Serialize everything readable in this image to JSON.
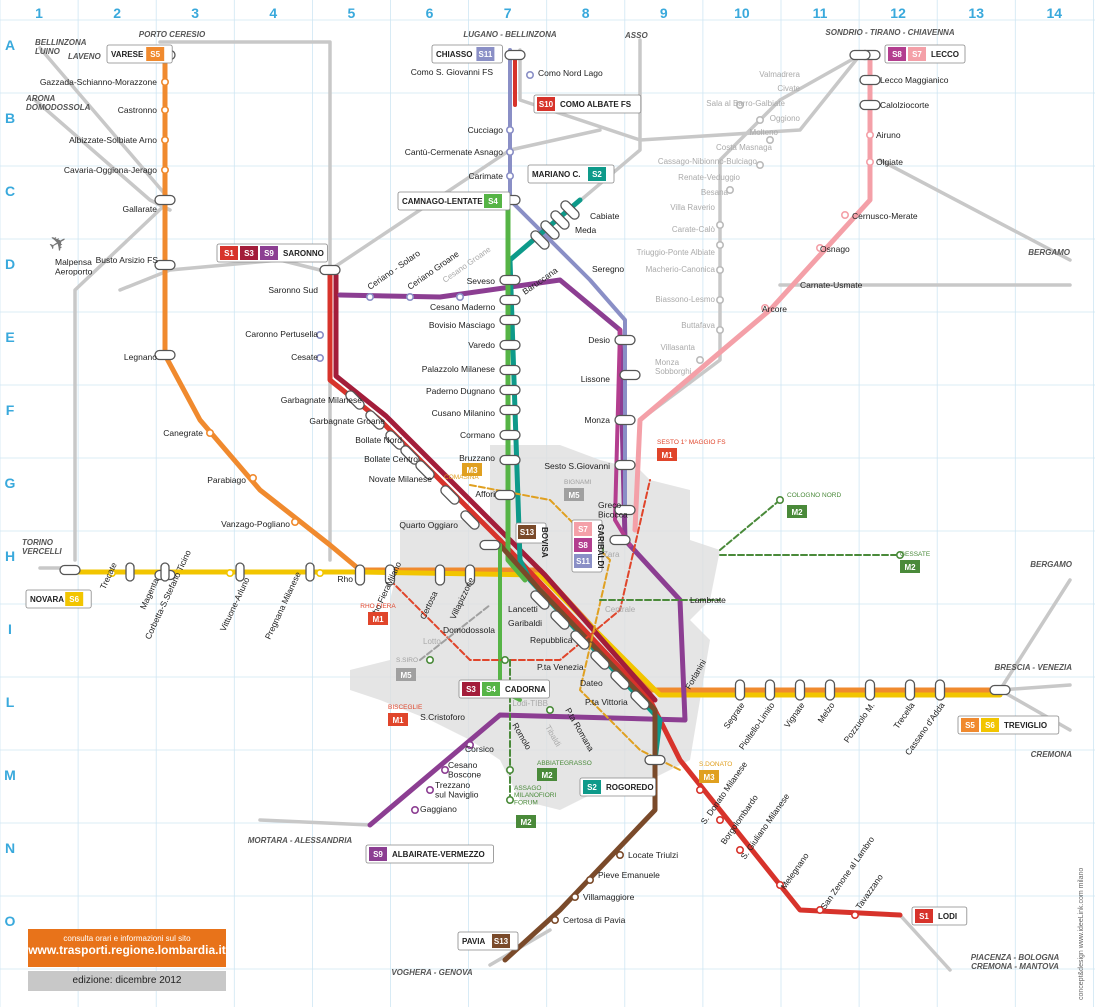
{
  "grid": {
    "columns": [
      "1",
      "2",
      "3",
      "4",
      "5",
      "6",
      "7",
      "8",
      "9",
      "10",
      "11",
      "12",
      "13",
      "14"
    ],
    "rows": [
      "A",
      "B",
      "C",
      "D",
      "E",
      "F",
      "G",
      "H",
      "I",
      "L",
      "M",
      "N",
      "O"
    ]
  },
  "colors": {
    "S1": "#d7332b",
    "S2": "#0e9a8a",
    "S3": "#a31d3a",
    "S4": "#56b446",
    "S5": "#f08a2e",
    "S6": "#f2c500",
    "S7": "#f4a0a8",
    "S8": "#b33e8f",
    "S9": "#8c3e92",
    "S10": "#d7332b",
    "S11": "#8a8fc6",
    "S13": "#7a4a2a",
    "M1": "#e0452b",
    "M2": "#4a8a3a",
    "M3": "#e0a020",
    "M5": "#a0a0a0",
    "grey": "#c8c8c8",
    "grid": "#cfe6f3"
  },
  "directions": {
    "porto_ceresio": "PORTO CERESIO",
    "bellinzona_luino": "BELLINZONA\nLUINO",
    "laveno": "LAVENO",
    "arona": "ARONA\nDOMODOSSOLA",
    "lugano": "LUGANO - BELLINZONA",
    "asso": "ASSO",
    "sondrio": "SONDRIO - TIRANO - CHIAVENNA",
    "bergamo1": "BERGAMO",
    "bergamo2": "BERGAMO",
    "brescia": "BRESCIA - VENEZIA",
    "cremona": "CREMONA",
    "torino": "TORINO\nVERCELLI",
    "mortara": "MORTARA - ALESSANDRIA",
    "voghera": "VOGHERA - GENOVA",
    "piacenza": "PIACENZA - BOLOGNA\nCREMONA - MANTOVA"
  },
  "terminals": {
    "varese": {
      "name": "VARESE",
      "lines": [
        "S5"
      ]
    },
    "chiasso": {
      "name": "CHIASSO",
      "lines": [
        "S11"
      ]
    },
    "como_albate": {
      "name": "COMO ALBATE FS",
      "lines": [
        "S10"
      ]
    },
    "tirano_lecco": {
      "name": "LECCO",
      "lines": [
        "S8",
        "S7"
      ]
    },
    "saronno": {
      "name": "SARONNO",
      "lines": [
        "S1",
        "S3",
        "S9"
      ]
    },
    "mariano": {
      "name": "MARIANO C.",
      "lines": [
        "S2"
      ]
    },
    "camnago": {
      "name": "CAMNAGO-LENTATE",
      "lines": [
        "S4"
      ]
    },
    "novara": {
      "name": "NOVARA",
      "lines": [
        "S6"
      ]
    },
    "bovisa": {
      "name": "BOVISA",
      "lines": [
        "S13"
      ]
    },
    "garibaldi": {
      "name": "GARIBALDI",
      "lines": [
        "S7",
        "S8",
        "S11"
      ]
    },
    "cadorna": {
      "name": "CADORNA",
      "lines": [
        "S3",
        "S4"
      ]
    },
    "rogoredo": {
      "name": "ROGOREDO",
      "lines": [
        "S2"
      ]
    },
    "treviglio": {
      "name": "TREVIGLIO",
      "lines": [
        "S5",
        "S6"
      ]
    },
    "albairate": {
      "name": "ALBAIRATE-VERMEZZO",
      "lines": [
        "S9"
      ]
    },
    "pavia": {
      "name": "PAVIA",
      "lines": [
        "S13"
      ]
    },
    "lodi": {
      "name": "LODI",
      "lines": [
        "S1"
      ]
    }
  },
  "stations": {
    "gazzada": "Gazzada-Schianno-Morazzone",
    "castronno": "Castronno",
    "albizzate": "Albizzate-Solbiate Arno",
    "cavaria": "Cavaria-Oggiona-Jerago",
    "gallarate": "Gallarate",
    "busto": "Busto Arsizio FS",
    "malpensa": "Malpensa\nAeroporto",
    "legnano": "Legnano",
    "canegrate": "Canegrate",
    "parabiago": "Parabiago",
    "vanzago": "Vanzago-Pogliano",
    "trecate": "Trecate",
    "magenta": "Magenta",
    "corbetta": "Corbetta-S.Stefano Ticino",
    "vittuone": "Vittuone-Arluno",
    "pregnana": "Pregnana Milanese",
    "rho": "Rho",
    "rho_fiera": "Rho FieraMilano",
    "certosa": "Certosa",
    "villapizzone": "Villapizzone",
    "saronno_sud": "Saronno Sud",
    "caronno": "Caronno Pertusella",
    "cesate": "Cesate",
    "garbagnate": "Garbagnate Milanese",
    "garbagnate_groane": "Garbagnate Groane",
    "bollate_nord": "Bollate Nord",
    "bollate_centro": "Bollate Centro",
    "novate": "Novate Milanese",
    "quarto": "Quarto Oggiaro",
    "ceriano_solaro": "Ceriano - Solaro",
    "ceriano_groane": "Ceriano Groane",
    "cesano_groane": "Cesano Groane",
    "cesano_maderno": "Cesano Maderno",
    "como_giovanni": "Como S. Giovanni FS",
    "como_nord": "Como Nord Lago",
    "cucciago": "Cucciago",
    "cantu": "Cantù-Cermenate Asnago",
    "carimate": "Carimate",
    "seveso": "Seveso",
    "baruccana": "Baruccana",
    "bovisio": "Bovisio Masciago",
    "varedo": "Varedo",
    "palazzolo": "Palazzolo Milanese",
    "paderno": "Paderno Dugnano",
    "cusano": "Cusano Milanino",
    "cormano": "Cormano",
    "bruzzano": "Bruzzano",
    "affori": "Affori",
    "cabiate": "Cabiate",
    "meda": "Meda",
    "seregno": "Seregno",
    "desio": "Desio",
    "lissone": "Lissone",
    "monza": "Monza",
    "sesto": "Sesto S.Giovanni",
    "greco": "Greco\nBicocca",
    "lambrate": "Lambrate",
    "lancetti": "Lancetti",
    "garibaldi_st": "Garibaldi",
    "repubblica": "Repubblica",
    "venezia": "P.ta Venezia",
    "dateo": "Dateo",
    "vittoria": "P.ta Vittoria",
    "domodossola": "Domodossola",
    "cristoforo": "S.Cristoforo",
    "romolo": "Romolo",
    "romana": "P.ta Romana",
    "forlanini": "Forlanini",
    "corsico": "Corsico",
    "cesano_boscone": "Cesano\nBoscone",
    "trezzano": "Trezzano\nsul Naviglio",
    "gaggiano": "Gaggiano",
    "segrate": "Segrate",
    "pioltello": "Pioltello-Limito",
    "vignate": "Vignate",
    "melzo": "Melzo",
    "pozzuolo": "Pozzuolo M.",
    "trecella": "Trecella",
    "cassano": "Cassano d'Adda",
    "donato": "S. Donato Milanese",
    "borgolombardo": "Borgolombardo",
    "giuliano": "S. Giuliano Milanese",
    "melegnano": "Melegnano",
    "zenone": "San Zenone al Lambro",
    "tavazzano": "Tavazzano",
    "locate": "Locate Triulzi",
    "pieve": "Pieve Emanuele",
    "villamaggiore": "Villamaggiore",
    "certosa_pavia": "Certosa di Pavia",
    "lecco_magg": "Lecco Maggianico",
    "calolzio": "Calolziocorte",
    "airuno": "Airuno",
    "olgiate": "Olgiate",
    "cernusco": "Cernusco-Merate",
    "osnago": "Osnago",
    "carnate": "Carnate-Usmate",
    "arcore": "Arcore"
  },
  "grey_stations": {
    "valmadrera": "Valmadrera",
    "civate": "Civate",
    "sala": "Sala al Barro-Galbiate",
    "oggiono": "Oggiono",
    "molteno": "Molteno",
    "costa": "Costa Masnaga",
    "cassago": "Cassago-Nibionno-Bulciago",
    "renate": "Renate-Veduggio",
    "besana": "Besana",
    "villa_raverio": "Villa Raverio",
    "carate": "Carate-Calò",
    "triuggio": "Triuggio-Ponte Albiate",
    "macherio": "Macherio-Canonica",
    "biassono": "Biassono-Lesmo",
    "buttafava": "Buttafava",
    "villasanta": "Villasanta",
    "monza_sobborghi": "Monza\nSobborghi",
    "tibaldi": "Tibaldi",
    "lodi_tibb": "Lodi-TIBB",
    "zara": "Zara",
    "centrale": "Centrale",
    "lotto": "Lotto"
  },
  "metro": {
    "m1a": {
      "line": "M1",
      "name": "SESTO 1° MAGGIO FS"
    },
    "m1b": {
      "line": "M1",
      "name": "RHO FIERA"
    },
    "m1c": {
      "line": "M1",
      "name": "BISCEGLIE"
    },
    "m2a": {
      "line": "M2",
      "name": "COLOGNO NORD"
    },
    "m2b": {
      "line": "M2",
      "name": "GESSATE"
    },
    "m2c": {
      "line": "M2",
      "name": "ABBIATEGRASSO"
    },
    "m2d": {
      "line": "M2",
      "name": "ASSAGO\nMILANOFIORI\nFORUM"
    },
    "m3a": {
      "line": "M3",
      "name": "COMASINA"
    },
    "m3b": {
      "line": "M3",
      "name": "S.DONATO"
    },
    "m5a": {
      "line": "M5",
      "name": "BIGNAMI"
    },
    "m5b": {
      "line": "M5",
      "name": "S.SIRO"
    }
  },
  "info": {
    "line1": "consulta orari e informazioni sul sito",
    "line2": "www.trasporti.regione.lombardia.it",
    "edition": "edizione: dicembre 2012",
    "credit": "concept&design  www.ideeLink.com milano"
  }
}
